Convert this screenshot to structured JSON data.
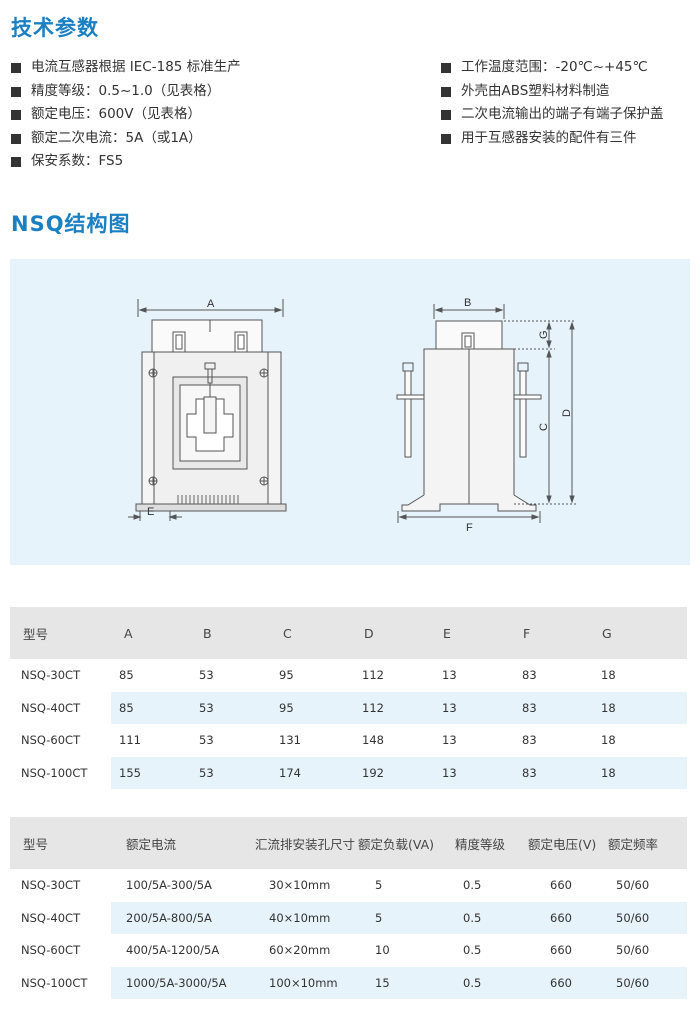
{
  "tech_section": {
    "title": "技术参数",
    "left_items": [
      "电流互感器根据 IEC-185 标准生产",
      "精度等级：0.5~1.0（见表格）",
      "额定电压：600V（见表格）",
      "额定二次电流：5A（或1A）",
      "保安系数：FS5"
    ],
    "right_items": [
      "工作温度范围：-20℃~+45℃",
      "外壳由ABS塑料材料制造",
      "二次电流输出的端子有端子保护盖",
      "用于互感器安装的配件有三件"
    ]
  },
  "structure_section": {
    "title": "NSQ结构图",
    "labels": {
      "a": "A",
      "b": "B",
      "c": "C",
      "d": "D",
      "e": "E",
      "f": "F",
      "g": "G"
    }
  },
  "dimension_table": {
    "headers": [
      "型号",
      "A",
      "B",
      "C",
      "D",
      "E",
      "F",
      "G"
    ],
    "rows": [
      [
        "NSQ-30CT",
        "85",
        "53",
        "95",
        "112",
        "13",
        "83",
        "18"
      ],
      [
        "NSQ-40CT",
        "85",
        "53",
        "95",
        "112",
        "13",
        "83",
        "18"
      ],
      [
        "NSQ-60CT",
        "111",
        "53",
        "131",
        "148",
        "13",
        "83",
        "18"
      ],
      [
        "NSQ-100CT",
        "155",
        "53",
        "174",
        "192",
        "13",
        "83",
        "18"
      ]
    ]
  },
  "rating_table": {
    "headers": [
      "型号",
      "额定电流",
      "汇流排安装孔尺寸",
      "额定负载(VA)",
      "精度等级",
      "额定电压(V)",
      "额定频率"
    ],
    "rows": [
      [
        "NSQ-30CT",
        "100/5A-300/5A",
        "30×10mm",
        "5",
        "0.5",
        "660",
        "50/60"
      ],
      [
        "NSQ-40CT",
        "200/5A-800/5A",
        "40×10mm",
        "5",
        "0.5",
        "660",
        "50/60"
      ],
      [
        "NSQ-60CT",
        "400/5A-1200/5A",
        "60×20mm",
        "10",
        "0.5",
        "660",
        "50/60"
      ],
      [
        "NSQ-100CT",
        "1000/5A-3000/5A",
        "100×10mm",
        "15",
        "0.5",
        "660",
        "50/60"
      ]
    ]
  },
  "colors": {
    "accent": "#1a7fc3",
    "diagram_bg": "#e6f3fb",
    "header_bg": "#e6e6e6"
  }
}
